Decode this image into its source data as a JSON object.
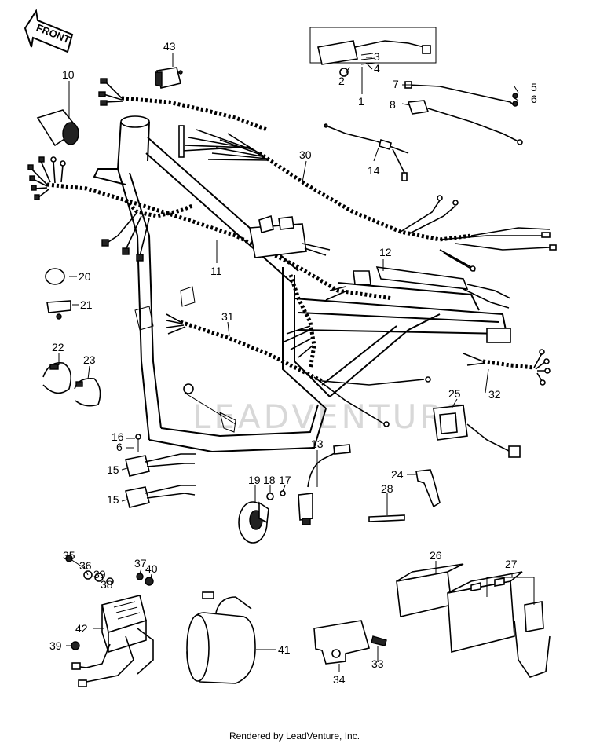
{
  "front_label": "FRONT",
  "watermark": "LEADVENTURE",
  "footer": "Rendered by LeadVenture, Inc.",
  "callouts": {
    "p1": "1",
    "p2": "2",
    "p3": "3",
    "p4": "4",
    "p5": "5",
    "p6a": "6",
    "p6b": "6",
    "p7": "7",
    "p8": "8",
    "p10": "10",
    "p11": "11",
    "p12": "12",
    "p13": "13",
    "p14": "14",
    "p15a": "15",
    "p15b": "15",
    "p16": "16",
    "p17": "17",
    "p18": "18",
    "p19": "19",
    "p20": "20",
    "p21": "21",
    "p22": "22",
    "p23": "23",
    "p24": "24",
    "p25": "25",
    "p26": "26",
    "p27": "27",
    "p28": "28",
    "p30": "30",
    "p31": "31",
    "p32": "32",
    "p33": "33",
    "p34": "34",
    "p35": "35",
    "p36": "36",
    "p37": "37",
    "p38": "38",
    "p39a": "39",
    "p39b": "39",
    "p40": "40",
    "p41": "41",
    "p42": "42",
    "p43": "43"
  }
}
